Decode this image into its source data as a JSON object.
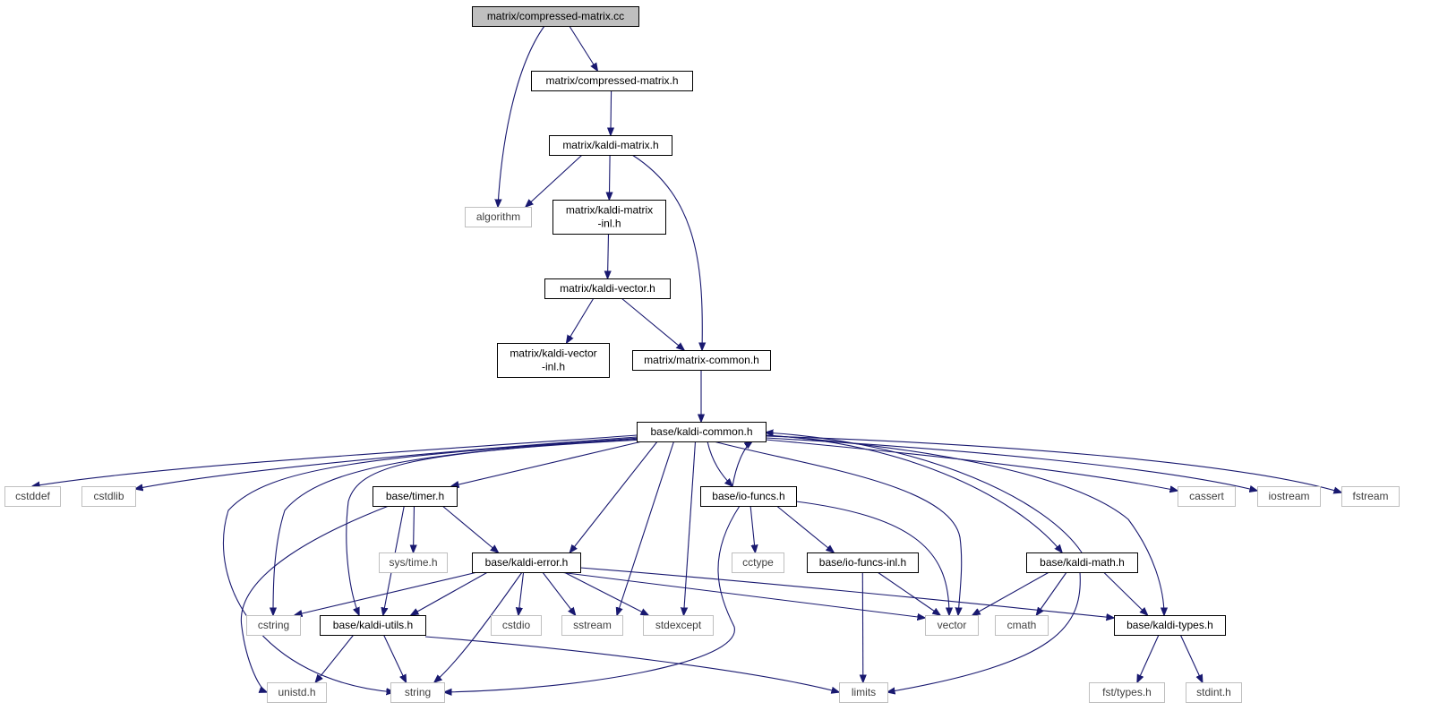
{
  "title": "matrix/compressed-matrix.cc",
  "colors": {
    "edge": "#191970",
    "root_fill": "#bfbfbf",
    "local_border": "#000000",
    "system_border": "#bfbfbf",
    "system_text": "#3f3f3f",
    "text": "#000000"
  },
  "nodes": {
    "root": {
      "kind": "root",
      "lines": [
        "matrix/compressed-matrix.cc"
      ]
    },
    "cm_h": {
      "kind": "local",
      "lines": [
        "matrix/compressed-matrix.h"
      ]
    },
    "km_h": {
      "kind": "local",
      "lines": [
        "matrix/kaldi-matrix.h"
      ]
    },
    "algorithm": {
      "kind": "system",
      "lines": [
        "algorithm"
      ]
    },
    "kmi_h": {
      "kind": "local",
      "lines": [
        "matrix/kaldi-matrix",
        "-inl.h"
      ]
    },
    "kv_h": {
      "kind": "local",
      "lines": [
        "matrix/kaldi-vector.h"
      ]
    },
    "kvi_h": {
      "kind": "local",
      "lines": [
        "matrix/kaldi-vector",
        "-inl.h"
      ]
    },
    "mc_h": {
      "kind": "local",
      "lines": [
        "matrix/matrix-common.h"
      ]
    },
    "kc_h": {
      "kind": "local",
      "lines": [
        "base/kaldi-common.h"
      ]
    },
    "cstddef": {
      "kind": "system",
      "lines": [
        "cstddef"
      ]
    },
    "cstdlib": {
      "kind": "system",
      "lines": [
        "cstdlib"
      ]
    },
    "timer_h": {
      "kind": "local",
      "lines": [
        "base/timer.h"
      ]
    },
    "iof_h": {
      "kind": "local",
      "lines": [
        "base/io-funcs.h"
      ]
    },
    "cassert": {
      "kind": "system",
      "lines": [
        "cassert"
      ]
    },
    "iostream": {
      "kind": "system",
      "lines": [
        "iostream"
      ]
    },
    "fstream": {
      "kind": "system",
      "lines": [
        "fstream"
      ]
    },
    "systime": {
      "kind": "system",
      "lines": [
        "sys/time.h"
      ]
    },
    "ke_h": {
      "kind": "local",
      "lines": [
        "base/kaldi-error.h"
      ]
    },
    "cctype": {
      "kind": "system",
      "lines": [
        "cctype"
      ]
    },
    "iofi_h": {
      "kind": "local",
      "lines": [
        "base/io-funcs-inl.h"
      ]
    },
    "kmath_h": {
      "kind": "local",
      "lines": [
        "base/kaldi-math.h"
      ]
    },
    "cstring": {
      "kind": "system",
      "lines": [
        "cstring"
      ]
    },
    "ku_h": {
      "kind": "local",
      "lines": [
        "base/kaldi-utils.h"
      ]
    },
    "cstdio": {
      "kind": "system",
      "lines": [
        "cstdio"
      ]
    },
    "sstream": {
      "kind": "system",
      "lines": [
        "sstream"
      ]
    },
    "stdexcept": {
      "kind": "system",
      "lines": [
        "stdexcept"
      ]
    },
    "vector": {
      "kind": "system",
      "lines": [
        "vector"
      ]
    },
    "cmath": {
      "kind": "system",
      "lines": [
        "cmath"
      ]
    },
    "kt_h": {
      "kind": "local",
      "lines": [
        "base/kaldi-types.h"
      ]
    },
    "unistd": {
      "kind": "system",
      "lines": [
        "unistd.h"
      ]
    },
    "string": {
      "kind": "system",
      "lines": [
        "string"
      ]
    },
    "limits": {
      "kind": "system",
      "lines": [
        "limits"
      ]
    },
    "fsttypes": {
      "kind": "system",
      "lines": [
        "fst/types.h"
      ]
    },
    "stdint": {
      "kind": "system",
      "lines": [
        "stdint.h"
      ]
    }
  },
  "edges": [
    [
      "root",
      "cm_h"
    ],
    [
      "root",
      "algorithm"
    ],
    [
      "cm_h",
      "km_h"
    ],
    [
      "km_h",
      "algorithm"
    ],
    [
      "km_h",
      "kmi_h"
    ],
    [
      "km_h",
      "mc_h"
    ],
    [
      "kmi_h",
      "kv_h"
    ],
    [
      "kv_h",
      "kvi_h"
    ],
    [
      "kv_h",
      "mc_h"
    ],
    [
      "mc_h",
      "kc_h"
    ],
    [
      "kc_h",
      "cstddef"
    ],
    [
      "kc_h",
      "cstdlib"
    ],
    [
      "kc_h",
      "timer_h"
    ],
    [
      "kc_h",
      "string"
    ],
    [
      "kc_h",
      "cstring"
    ],
    [
      "kc_h",
      "ku_h"
    ],
    [
      "kc_h",
      "ke_h"
    ],
    [
      "kc_h",
      "sstream"
    ],
    [
      "kc_h",
      "stdexcept"
    ],
    [
      "kc_h",
      "iof_h"
    ],
    [
      "kc_h",
      "vector"
    ],
    [
      "kc_h",
      "kmath_h"
    ],
    [
      "kc_h",
      "kt_h"
    ],
    [
      "kc_h",
      "cassert"
    ],
    [
      "kc_h",
      "iostream"
    ],
    [
      "kc_h",
      "fstream"
    ],
    [
      "timer_h",
      "systime"
    ],
    [
      "timer_h",
      "ke_h"
    ],
    [
      "timer_h",
      "ku_h"
    ],
    [
      "timer_h",
      "unistd"
    ],
    [
      "iof_h",
      "kc_h"
    ],
    [
      "iof_h",
      "cctype"
    ],
    [
      "iof_h",
      "iofi_h"
    ],
    [
      "iof_h",
      "vector"
    ],
    [
      "iof_h",
      "string"
    ],
    [
      "iofi_h",
      "vector"
    ],
    [
      "iofi_h",
      "limits"
    ],
    [
      "kmath_h",
      "kc_h"
    ],
    [
      "kmath_h",
      "vector"
    ],
    [
      "kmath_h",
      "cmath"
    ],
    [
      "kmath_h",
      "kt_h"
    ],
    [
      "kmath_h",
      "limits"
    ],
    [
      "ke_h",
      "cstring"
    ],
    [
      "ke_h",
      "ku_h"
    ],
    [
      "ke_h",
      "string"
    ],
    [
      "ke_h",
      "cstdio"
    ],
    [
      "ke_h",
      "sstream"
    ],
    [
      "ke_h",
      "stdexcept"
    ],
    [
      "ke_h",
      "vector"
    ],
    [
      "ke_h",
      "kt_h"
    ],
    [
      "ku_h",
      "unistd"
    ],
    [
      "ku_h",
      "string"
    ],
    [
      "ku_h",
      "limits"
    ],
    [
      "kt_h",
      "fsttypes"
    ],
    [
      "kt_h",
      "stdint"
    ]
  ]
}
